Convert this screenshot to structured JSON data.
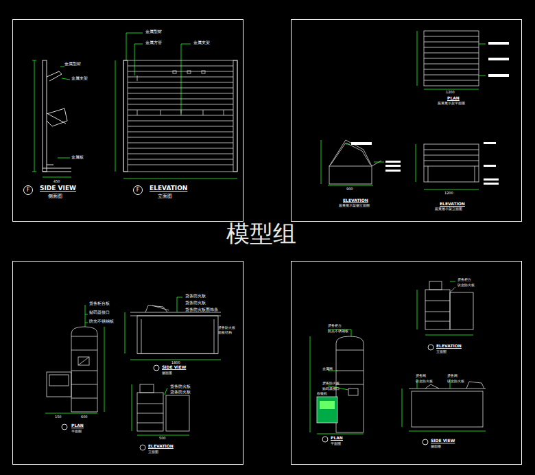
{
  "diagram": {
    "nodes": [
      {
        "text": [
          "F"
        ]
      },
      {
        "text": [
          "F"
        ]
      }
    ],
    "labels": [
      "金属型材",
      "金属支架",
      "金属板",
      "450",
      "SIDE VIEW",
      "侧面图",
      "金属型材",
      "金属方管",
      "金属支架",
      "ELEVATION",
      "立面图",
      "1200",
      "PLAN",
      "蔬菜展示架平面图",
      "900",
      "ELEVATION",
      "蔬菜展示架侧立面图",
      "1200",
      "ELEVATION",
      "蔬菜展示架立面图",
      "货务柜台板",
      "贴码器接口",
      "防光不锈钢板",
      "150",
      "600",
      "PLAN",
      "平面图",
      "货务防火板",
      "货务防火板",
      "货务防火板面饰条",
      "货务防火板",
      "面板结构",
      "1800",
      "SIDE VIEW",
      "侧面图",
      "货务防火板",
      "货务防火板",
      "ELEVATION",
      "立面图",
      "500",
      "货务柜台",
      "钛金防火板",
      "ELEVATION",
      "立面图",
      "货务柜台",
      "防光不锈钢板",
      "金属网",
      "货务防火板",
      "贴码器接口",
      "收银机",
      "PLAN",
      "平面图",
      "货务网",
      "钛金防火板",
      "货务网",
      "钛金防火板",
      "SIDE VIEW",
      "侧面图",
      "模型组"
    ]
  }
}
